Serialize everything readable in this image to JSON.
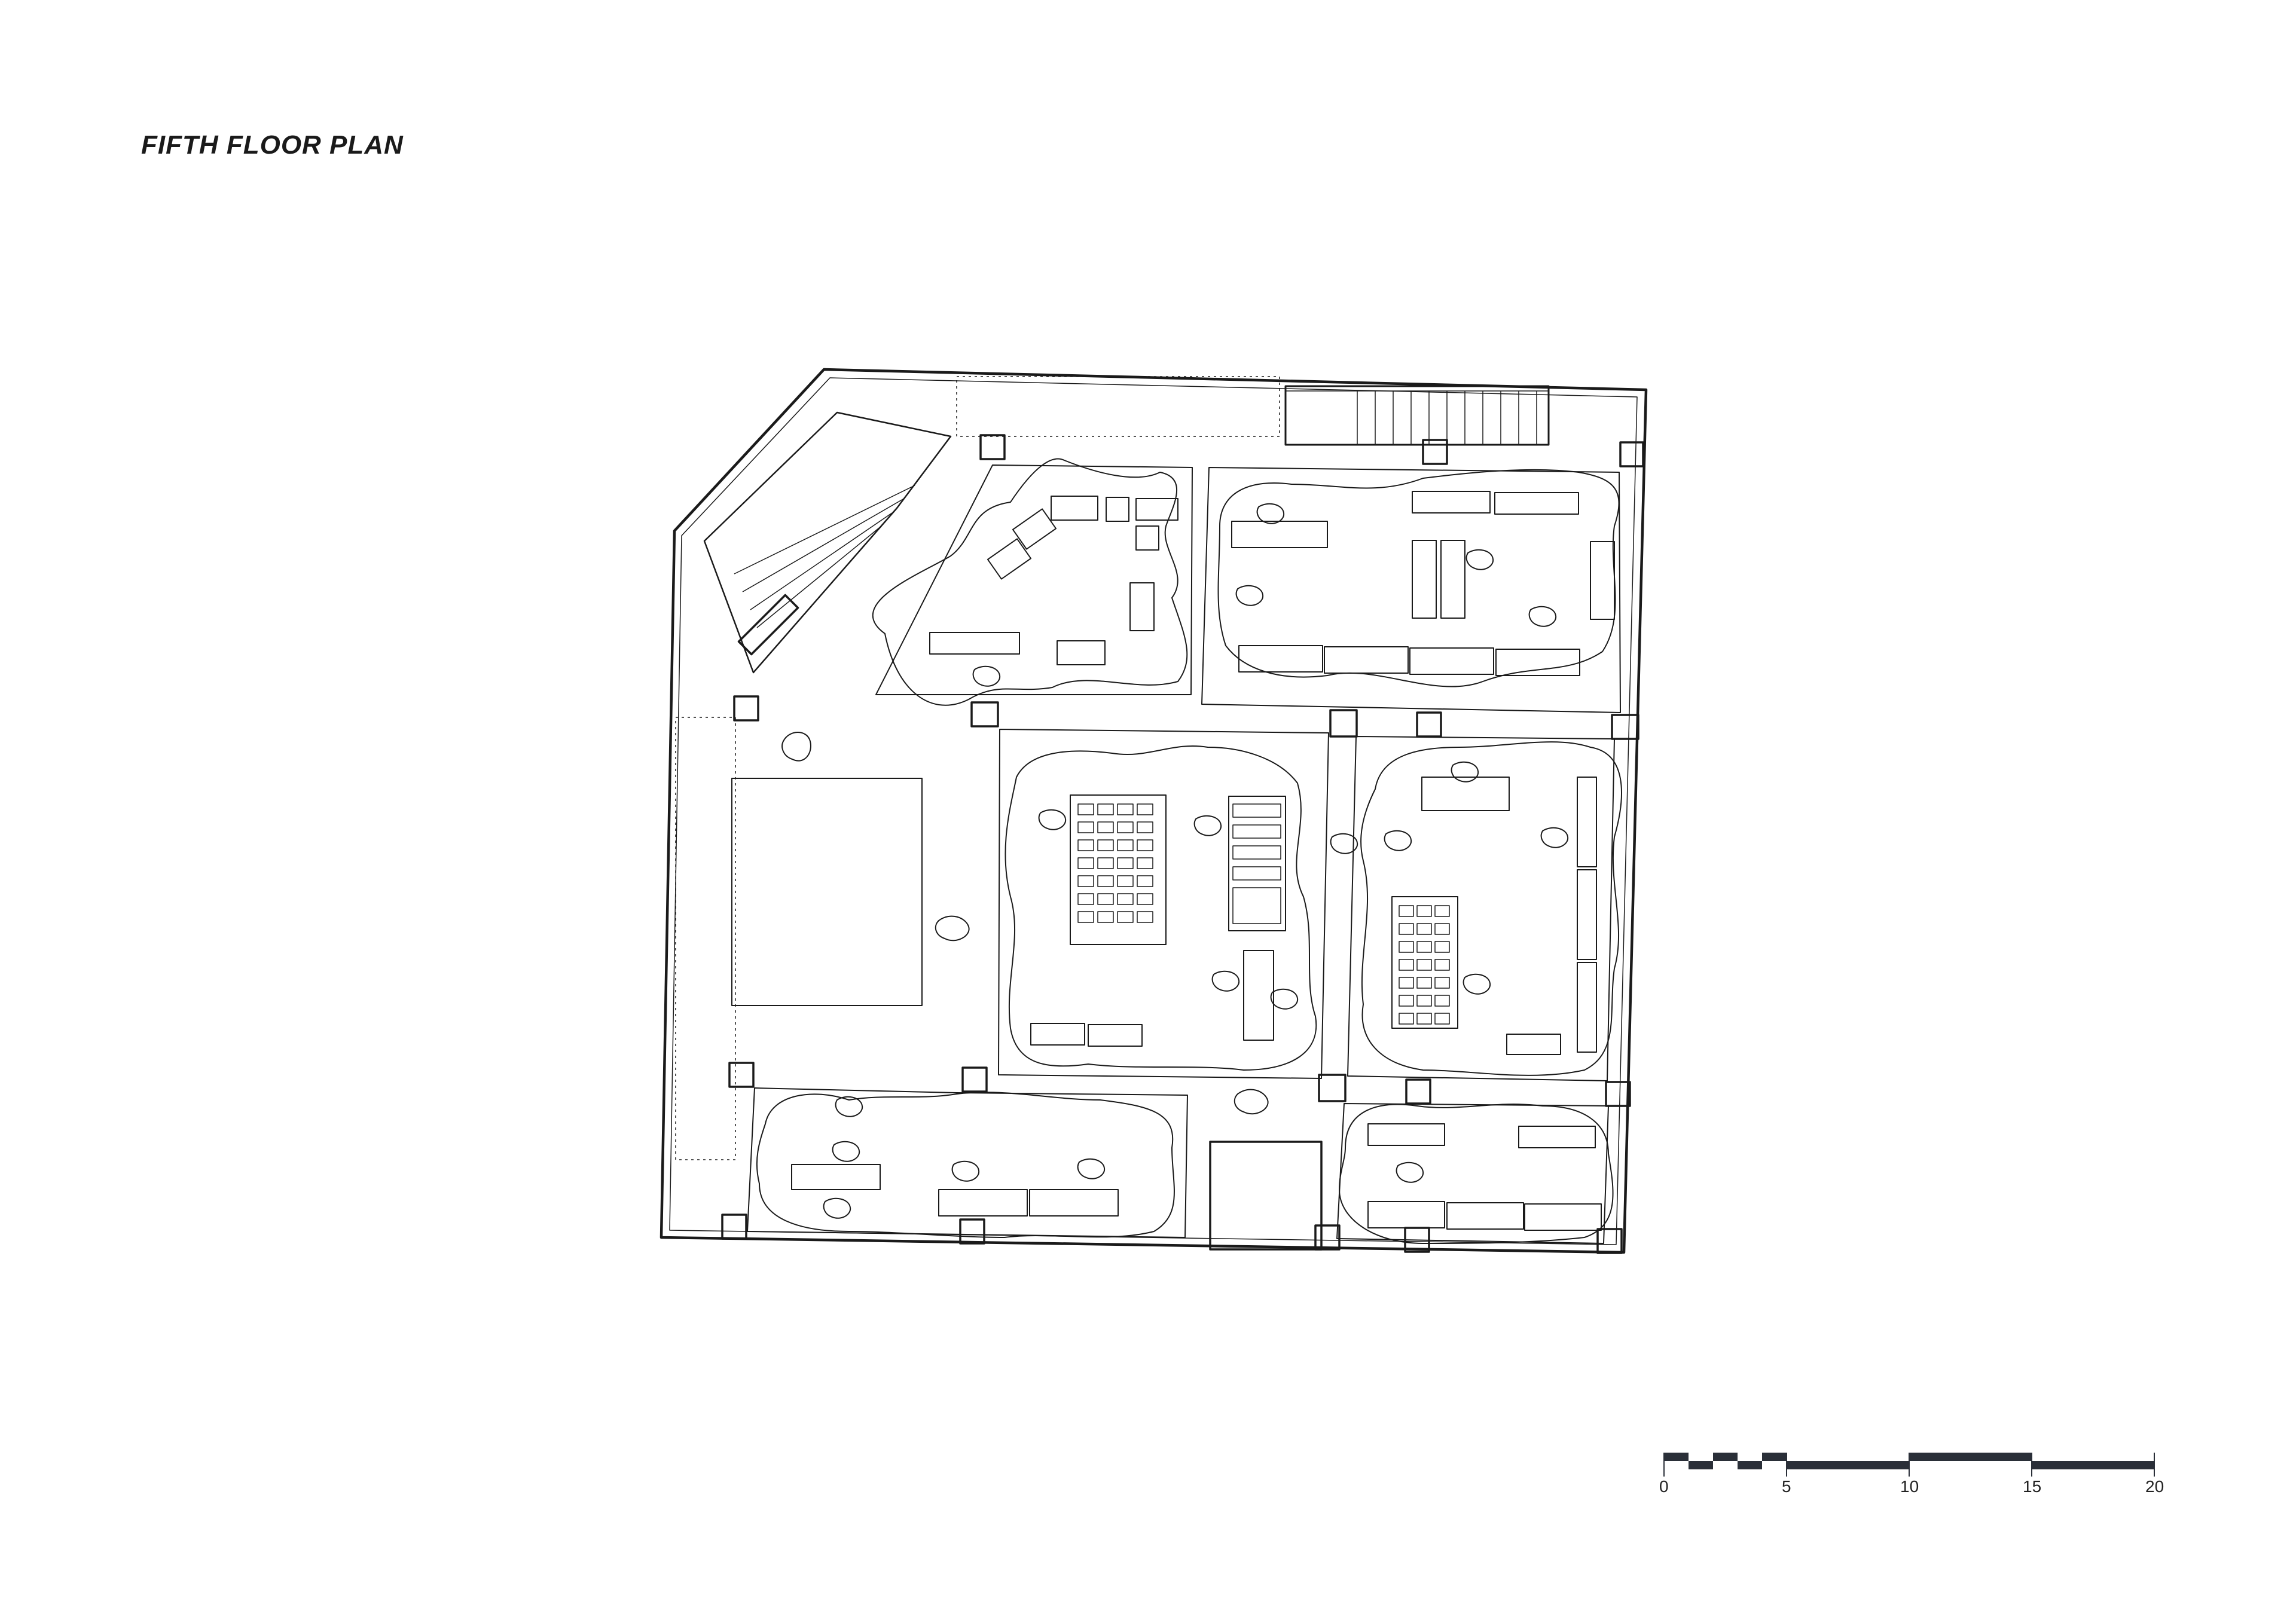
{
  "title": "FIFTH FLOOR PLAN",
  "scale_bar": {
    "ticks": [
      "0",
      "5",
      "10",
      "15",
      "20"
    ]
  },
  "colors": {
    "line": "#1a1a1a",
    "fill": "#2a2f38",
    "background": "#ffffff"
  }
}
